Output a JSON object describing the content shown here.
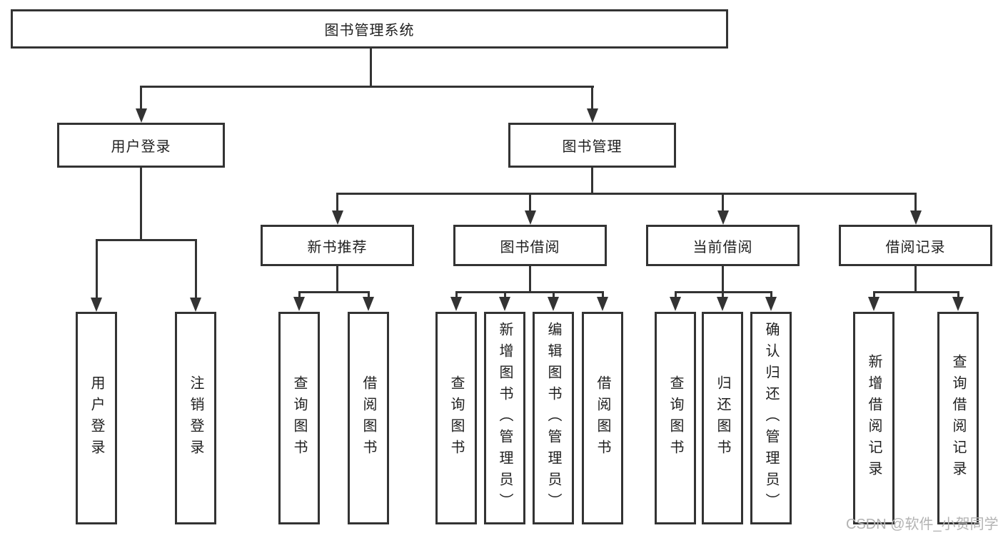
{
  "tree": {
    "label": "图书管理系统",
    "children": [
      {
        "label": "用户登录",
        "children": [
          {
            "label": "用户登录"
          },
          {
            "label": "注销登录"
          }
        ]
      },
      {
        "label": "图书管理",
        "children": [
          {
            "label": "新书推荐",
            "children": [
              {
                "label": "查询图书"
              },
              {
                "label": "借阅图书"
              }
            ]
          },
          {
            "label": "图书借阅",
            "children": [
              {
                "label": "查询图书"
              },
              {
                "label": "新增图书（管理员）"
              },
              {
                "label": "编辑图书（管理员）"
              },
              {
                "label": "借阅图书"
              }
            ]
          },
          {
            "label": "当前借阅",
            "children": [
              {
                "label": "查询图书"
              },
              {
                "label": "归还图书"
              },
              {
                "label": "确认归还（管理员）"
              }
            ]
          },
          {
            "label": "借阅记录",
            "children": [
              {
                "label": "新增借阅记录"
              },
              {
                "label": "查询借阅记录"
              }
            ]
          }
        ]
      }
    ]
  },
  "watermark": "CSDN @软件_小贺同学",
  "colors": {
    "line": "#333333",
    "text": "#1f1f1f",
    "watermark": "#b3b3b3",
    "background": "#ffffff"
  }
}
